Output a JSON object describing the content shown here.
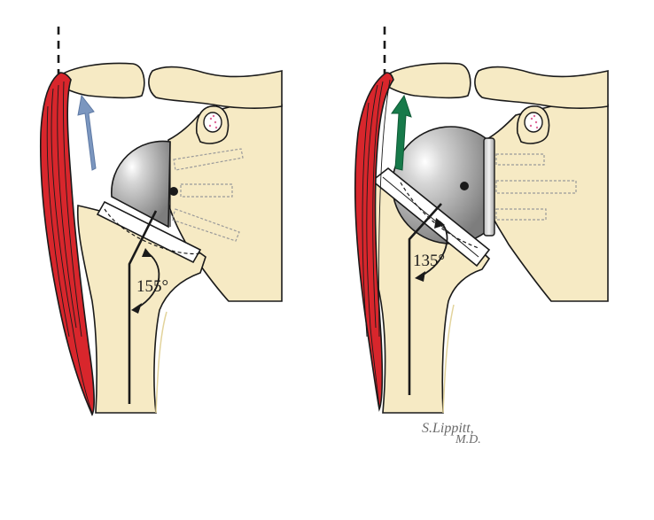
{
  "panels": [
    {
      "id": "left",
      "angle_label": "155°",
      "arrow_color": "#7b96bf"
    },
    {
      "id": "right",
      "angle_label": "135°",
      "arrow_color": "#177a4a"
    }
  ],
  "signature": {
    "name": "S.Lippitt,",
    "degree": "M.D."
  },
  "colors": {
    "bone": "#f6eac4",
    "bone_shade": "#e8d9a6",
    "muscle": "#d8262c",
    "outline": "#1a1a1a",
    "sphere": "#9a9a9a",
    "sphere_highlight": "#f0f0f0"
  }
}
